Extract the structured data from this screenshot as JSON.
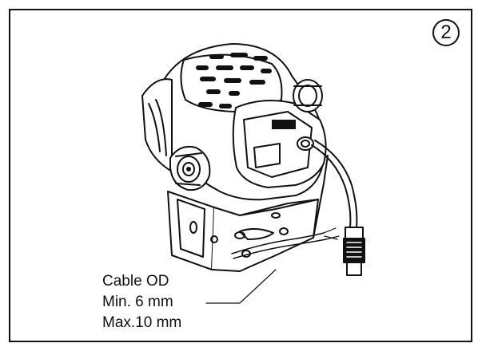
{
  "step": {
    "number": "2"
  },
  "callout": {
    "line1": "Cable OD",
    "line2": "Min. 6 mm",
    "line3": "Max.10 mm"
  },
  "colors": {
    "line": "#111111",
    "fill": "#ffffff",
    "dark": "#111111"
  }
}
